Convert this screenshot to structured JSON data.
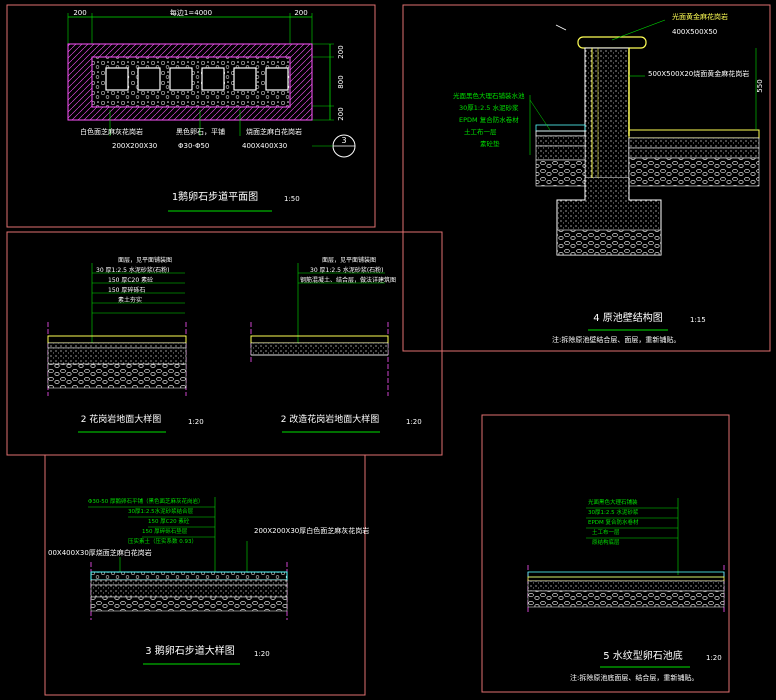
{
  "colors": {
    "frame": "#e07070",
    "line": "#ffffff",
    "green": "#00e000",
    "yellow": "#ffff55",
    "cyan": "#55ffff",
    "magenta": "#ff55ff"
  },
  "p1": {
    "dim_left": "200",
    "dim_total": "每边1=4000",
    "dim_right": "200",
    "dim_r1": "200",
    "dim_r2": "800",
    "dim_r3": "200",
    "lbl1": "白色面芝麻灰花岗岩",
    "lbl1b": "200X200X30",
    "lbl2": "黑色卵石，平铺",
    "lbl2b": "Φ30-Φ50",
    "lbl3": "烧面芝麻白花岗岩",
    "lbl3b": "400X400X30",
    "callout": "3",
    "title": "1鹅卵石步道平面图",
    "scale": "1:50"
  },
  "p2": {
    "lines": [
      "面层，见平面铺装图",
      "30 厚1:2.5 水泥砂浆(石粉)",
      "150 厚C20 素砼",
      "150 厚碎砾石",
      "素土夯实"
    ],
    "title": "2 花岗岩地面大样图",
    "scale": "1:20"
  },
  "p2b": {
    "lines": [
      "面层，见平面铺装图",
      "30 厚1:2.5 水泥砂浆(石粉)",
      "钢筋混凝土、结合层，做法详建筑图"
    ],
    "title": "2 改造花岗岩地面大样图",
    "scale": "1:20"
  },
  "p3": {
    "lines": [
      "Φ30-50 厚鹅卵石平铺（黑色面芝麻灰花岗岩）",
      "30厚1:2.5水泥砂浆结合层",
      "150 厚C20 素砼",
      "150 厚碎砾石垫层",
      "压实素土（压实系数 0.93）"
    ],
    "lbl_right": "200X200X30厚白色面芝麻灰花岗岩",
    "lbl_left": "00X400X30厚烧面芝麻白花岗岩",
    "title": "3 鹅卵石步道大样图",
    "scale": "1:20"
  },
  "p4": {
    "top_label": "光面黄金麻花岗岩",
    "top_dim": "400X500X50",
    "mid_label": "500X500X20烧面黄金麻花岗岩",
    "dim_right": "550",
    "lines": [
      "光面黑色大理石铺装水池",
      "30厚1:2.5 水泥砂浆",
      "EPDM 复合防水卷材",
      "土工布一层",
      "素砼垫"
    ],
    "title": "4 原池壁结构图",
    "scale": "1:15",
    "note": "注:拆除原池壁结合层、面层，重新铺贴。"
  },
  "p5": {
    "lines": [
      "光面黑色大理石铺装",
      "30厚1:2.5 水泥砂浆",
      "EPDM 复合防水卷材",
      "土工布一层",
      "原结构底层"
    ],
    "title": "5 水纹型卵石池底",
    "scale": "1:20",
    "note": "注:拆除原池底面层、结合层，重新铺贴。"
  }
}
